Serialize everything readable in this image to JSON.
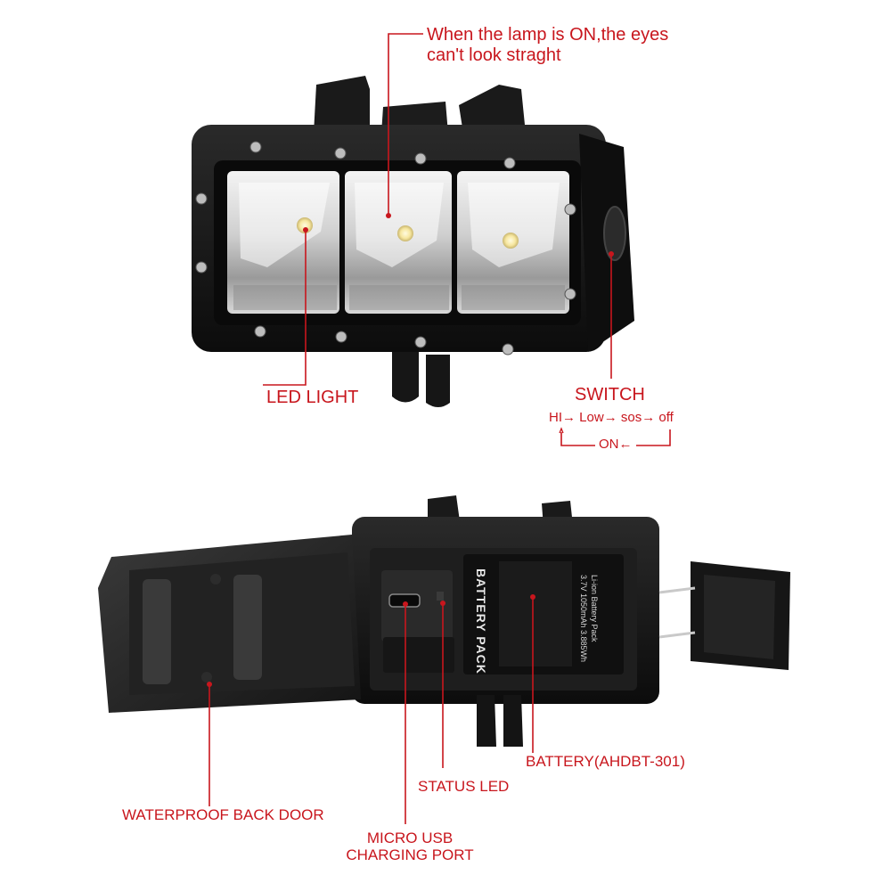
{
  "annotations": {
    "warning_line1": "When the lamp is ON,the eyes",
    "warning_line2": "can't look straght",
    "led_light": "LED LIGHT",
    "switch": "SWITCH",
    "mode_hi": "HI",
    "mode_low": "Low",
    "mode_sos": "sos",
    "mode_off": "off",
    "mode_on": "ON",
    "waterproof_back_door": "WATERPROOF BACK DOOR",
    "micro_usb_line1": "MICRO USB",
    "micro_usb_line2": "CHARGING PORT",
    "status_led": "STATUS LED",
    "battery": "BATTERY(AHDBT-301)"
  },
  "battery_label": {
    "title": "BATTERY PACK",
    "spec_line1": "Li-ion  Battery Pack",
    "spec_line2": "3.7V 1050mAh 3.885Wh"
  },
  "colors": {
    "annotation_red": "#c8161d",
    "housing_black": "#151515",
    "led_warm": "#f7e7a0"
  }
}
